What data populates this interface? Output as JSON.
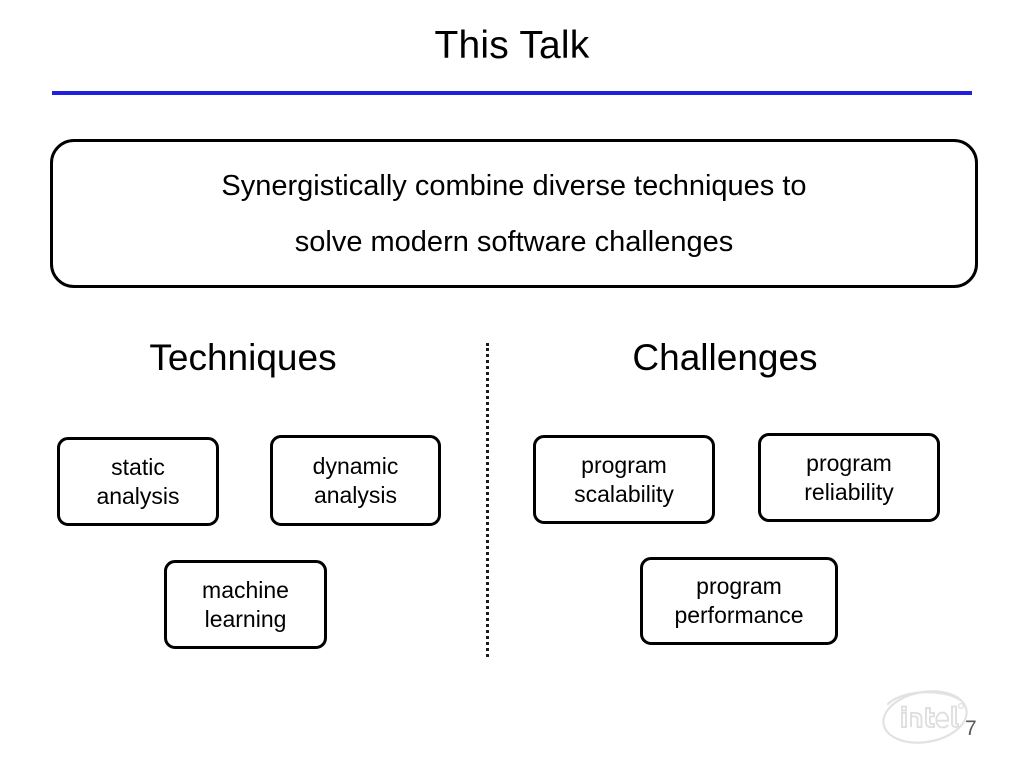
{
  "slide": {
    "title": "This Talk",
    "accent_rule_color": "#2020e0",
    "number": "7"
  },
  "thesis": {
    "line1": "Synergistically combine diverse techniques to",
    "line2": "solve modern software challenges"
  },
  "columns": {
    "left": {
      "heading": "Techniques",
      "items": [
        {
          "line1": "static",
          "line2": "analysis"
        },
        {
          "line1": "dynamic",
          "line2": "analysis"
        },
        {
          "line1": "machine",
          "line2": "learning"
        }
      ]
    },
    "right": {
      "heading": "Challenges",
      "items": [
        {
          "line1": "program",
          "line2": "scalability"
        },
        {
          "line1": "program",
          "line2": "reliability"
        },
        {
          "line1": "program",
          "line2": "performance"
        }
      ]
    }
  },
  "footer": {
    "logo_text": "intel",
    "logo_color": "#e3e3e3"
  }
}
